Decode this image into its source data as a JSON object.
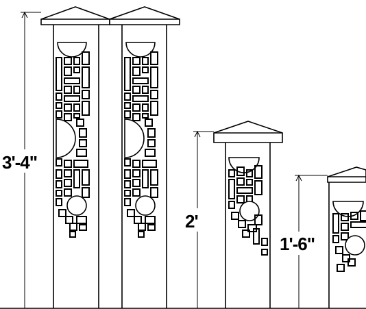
{
  "drawing": {
    "dimensions": [
      {
        "label": "3'-4\""
      },
      {
        "label": "2'"
      },
      {
        "label": "1'-6\""
      }
    ]
  }
}
